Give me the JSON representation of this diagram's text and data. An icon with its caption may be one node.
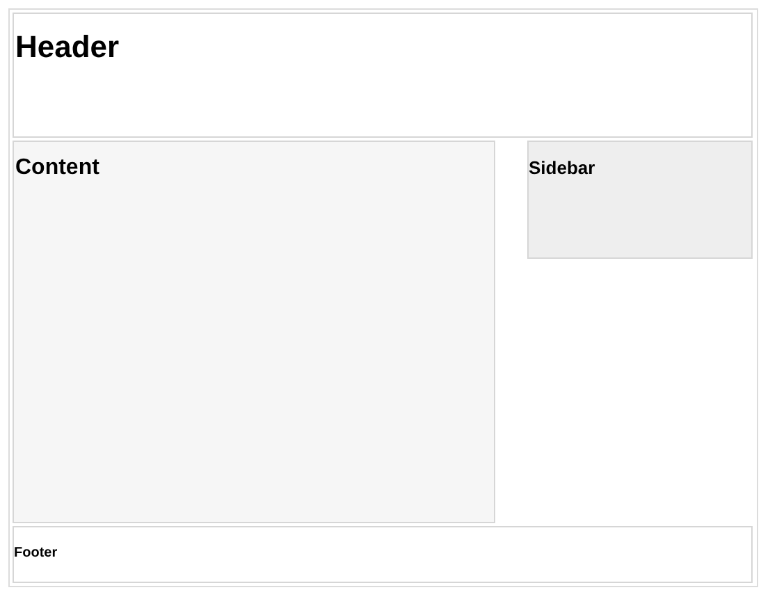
{
  "diagram": {
    "nodes": [
      {
        "text": [],
        "shape": "box"
      },
      {
        "text": [
          "Header"
        ],
        "in": 0
      },
      {
        "text": [
          "Content"
        ],
        "in": 0
      },
      {
        "text": [
          "Sidebar"
        ],
        "in": 0
      },
      {
        "text": [
          "Footer"
        ],
        "in": 0
      }
    ]
  }
}
